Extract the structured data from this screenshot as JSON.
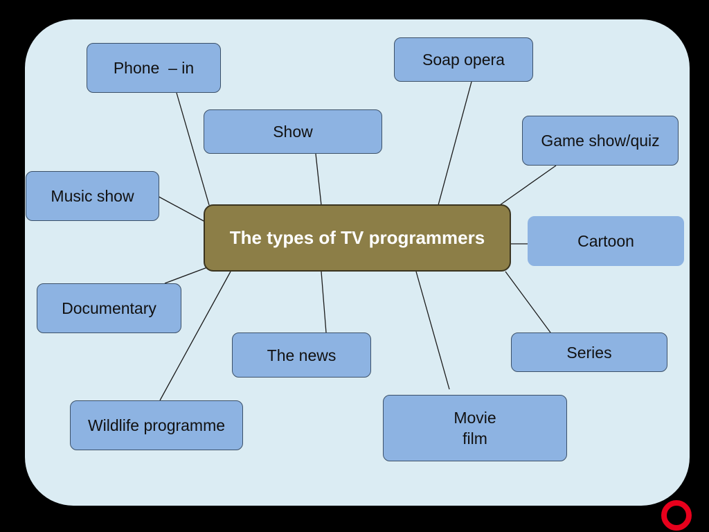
{
  "center": {
    "label": "The types of TV programmers"
  },
  "topics": {
    "phone_in": "Phone  – in",
    "soap_opera": "Soap opera",
    "show": "Show",
    "game_show_quiz": "Game show/quiz",
    "music_show": "Music show",
    "cartoon": "Cartoon",
    "documentary": "Documentary",
    "the_news": "The news",
    "series": "Series",
    "wildlife_programme": "Wildlife programme",
    "movie_film": "Movie\nfilm"
  },
  "colors": {
    "background": "#000000",
    "panel": "#dbecf3",
    "node_fill": "#8db3e2",
    "node_border": "#3b5068",
    "center_fill": "#8c7e47",
    "connector": "#1a1a1a",
    "corner_ring": "#e8001c"
  },
  "icons": {
    "corner": "red-ring-icon"
  }
}
